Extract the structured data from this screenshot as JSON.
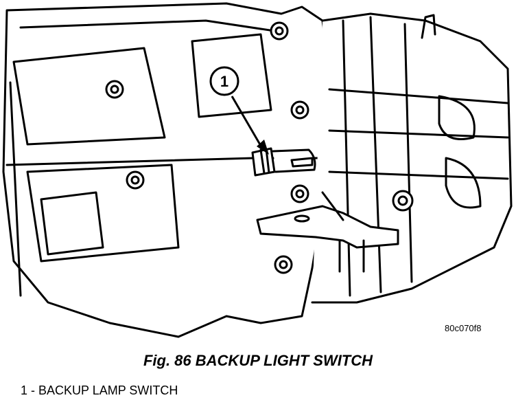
{
  "callout": {
    "number": "1"
  },
  "image_code": "80c070f8",
  "caption": "Fig. 86 BACKUP LIGHT SWITCH",
  "legend": [
    {
      "text": "1 - BACKUP LAMP SWITCH"
    }
  ]
}
